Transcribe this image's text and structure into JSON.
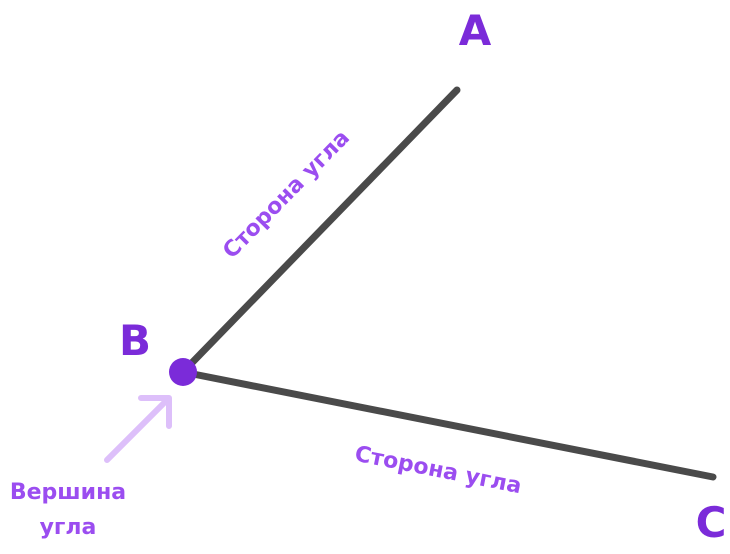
{
  "points": {
    "a": "A",
    "b": "B",
    "c": "C"
  },
  "labels": {
    "side_ba": "Сторона угла",
    "side_bc": "Сторона угла",
    "vertex_line1": "Вершина",
    "vertex_line2": "угла"
  },
  "colors": {
    "ray": "#4A4A4A",
    "point": "#7B2BD9",
    "label": "#9B4DF0",
    "arrow": "#DDBFFA"
  }
}
